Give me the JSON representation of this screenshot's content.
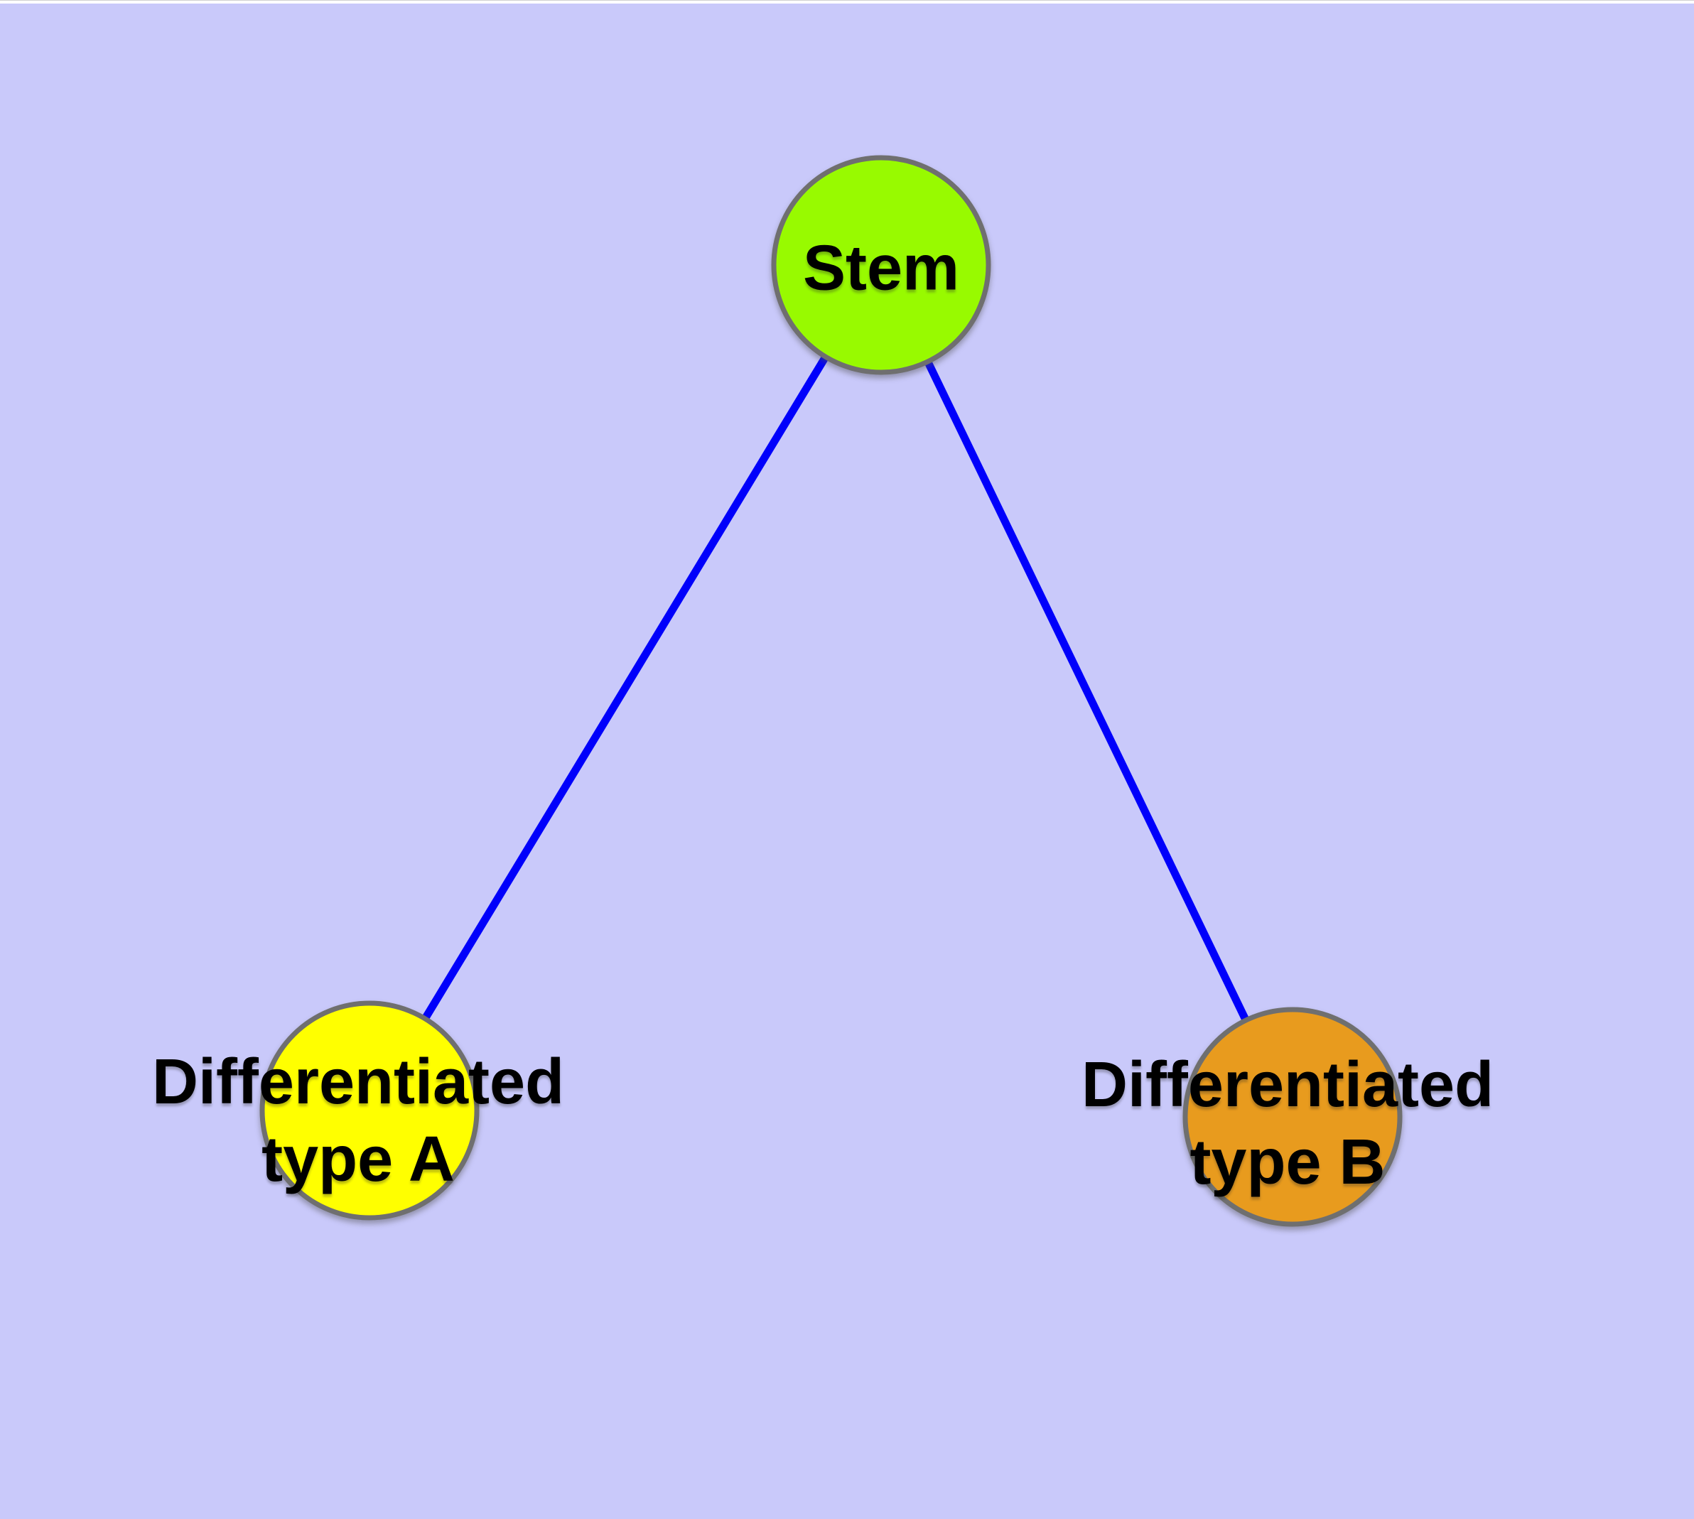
{
  "diagram": {
    "background_color": "#C9C9FA",
    "top_strip_color": "#FFFFFF",
    "text_color": "#000000",
    "node_border_color": "#6F6F6F",
    "nodes": {
      "stem": {
        "label": "Stem",
        "fill": "#98FA00"
      },
      "type_a": {
        "label": "Differentiated type A",
        "label_lines": [
          "Differentiated",
          "type A"
        ],
        "fill": "#FFFF00"
      },
      "type_b": {
        "label": "Differentiated type B",
        "label_lines": [
          "Differentiated",
          "type B"
        ],
        "fill": "#E89B1E"
      }
    },
    "edges": {
      "color": "#0000FB",
      "links": [
        {
          "from": "Stem",
          "to": "Differentiated type A"
        },
        {
          "from": "Stem",
          "to": "Differentiated type B"
        }
      ]
    }
  }
}
